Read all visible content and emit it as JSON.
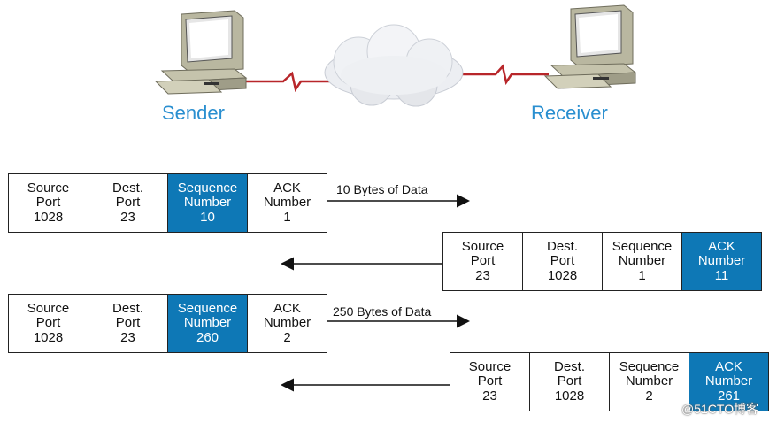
{
  "hosts": {
    "sender_label": "Sender",
    "receiver_label": "Receiver"
  },
  "segments": [
    {
      "direction": "right",
      "arrow_label": "10 Bytes of Data",
      "highlight": "sequence",
      "fields": [
        {
          "line1": "Source",
          "line2": "Port",
          "value": "1028"
        },
        {
          "line1": "Dest.",
          "line2": "Port",
          "value": "23"
        },
        {
          "line1": "Sequence",
          "line2": "Number",
          "value": "10"
        },
        {
          "line1": "ACK",
          "line2": "Number",
          "value": "1"
        }
      ]
    },
    {
      "direction": "left",
      "arrow_label": "",
      "highlight": "ack",
      "fields": [
        {
          "line1": "Source",
          "line2": "Port",
          "value": "23"
        },
        {
          "line1": "Dest.",
          "line2": "Port",
          "value": "1028"
        },
        {
          "line1": "Sequence",
          "line2": "Number",
          "value": "1"
        },
        {
          "line1": "ACK",
          "line2": "Number",
          "value": "11"
        }
      ]
    },
    {
      "direction": "right",
      "arrow_label": "250 Bytes of Data",
      "highlight": "sequence",
      "fields": [
        {
          "line1": "Source",
          "line2": "Port",
          "value": "1028"
        },
        {
          "line1": "Dest.",
          "line2": "Port",
          "value": "23"
        },
        {
          "line1": "Sequence",
          "line2": "Number",
          "value": "260"
        },
        {
          "line1": "ACK",
          "line2": "Number",
          "value": "2"
        }
      ]
    },
    {
      "direction": "left",
      "arrow_label": "",
      "highlight": "ack",
      "fields": [
        {
          "line1": "Source",
          "line2": "Port",
          "value": "23"
        },
        {
          "line1": "Dest.",
          "line2": "Port",
          "value": "1028"
        },
        {
          "line1": "Sequence",
          "line2": "Number",
          "value": "2"
        },
        {
          "line1": "ACK",
          "line2": "Number",
          "value": "261"
        }
      ]
    }
  ],
  "watermark": "@51CTO博客",
  "colors": {
    "highlight": "#0e78b6",
    "label_blue": "#2a8fd0",
    "link_red": "#b8262a"
  },
  "icons": [
    "computer-icon",
    "cloud-icon",
    "network-link",
    "arrow"
  ]
}
